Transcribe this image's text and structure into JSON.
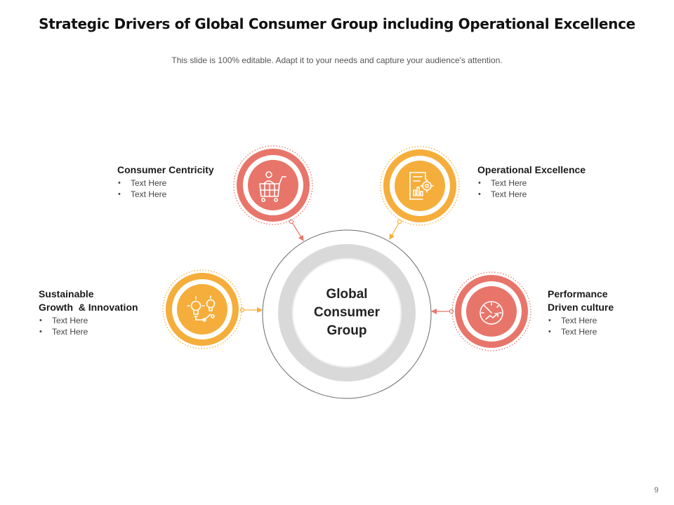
{
  "title": "Strategic Drivers of Global Consumer Group including Operational Excellence",
  "subtitle": "This slide is 100% editable. Adapt it to your needs and capture your audience's attention.",
  "center": {
    "line1": "Global",
    "line2": "Consumer",
    "line3": "Group"
  },
  "drivers": [
    {
      "line1": "Consumer Centricity",
      "line2": "",
      "bullets": [
        "Text Here",
        "Text Here"
      ],
      "icon": "shopping-cart-icon",
      "color": "#E8756A"
    },
    {
      "line1": "Operational Excellence",
      "line2": "",
      "bullets": [
        "Text Here",
        "Text Here"
      ],
      "icon": "report-gear-icon",
      "color": "#F5AE3B"
    },
    {
      "line1": "Sustainable",
      "line2": "Growth  & Innovation",
      "bullets": [
        "Text Here",
        "Text Here"
      ],
      "icon": "lightbulbs-icon",
      "color": "#F5AE3B"
    },
    {
      "line1": "Performance",
      "line2": "Driven culture",
      "bullets": [
        "Text Here",
        "Text Here"
      ],
      "icon": "speedometer-icon",
      "color": "#E8756A"
    }
  ],
  "page_number": "9"
}
